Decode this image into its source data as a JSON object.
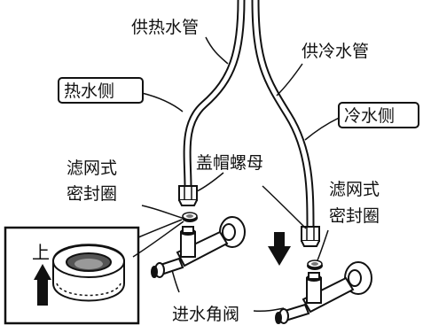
{
  "labels": {
    "hot_supply_pipe": "供热水管",
    "cold_supply_pipe": "供冷水管",
    "hot_side": "热水侧",
    "cold_side": "冷水侧",
    "cap_nut": "盖帽螺母",
    "filter_gasket_left_line1": "滤网式",
    "filter_gasket_left_line2": "密封圈",
    "filter_gasket_right_line1": "滤网式",
    "filter_gasket_right_line2": "密封圈",
    "inlet_angle_valve": "进水角阀",
    "inset_up": "上"
  }
}
